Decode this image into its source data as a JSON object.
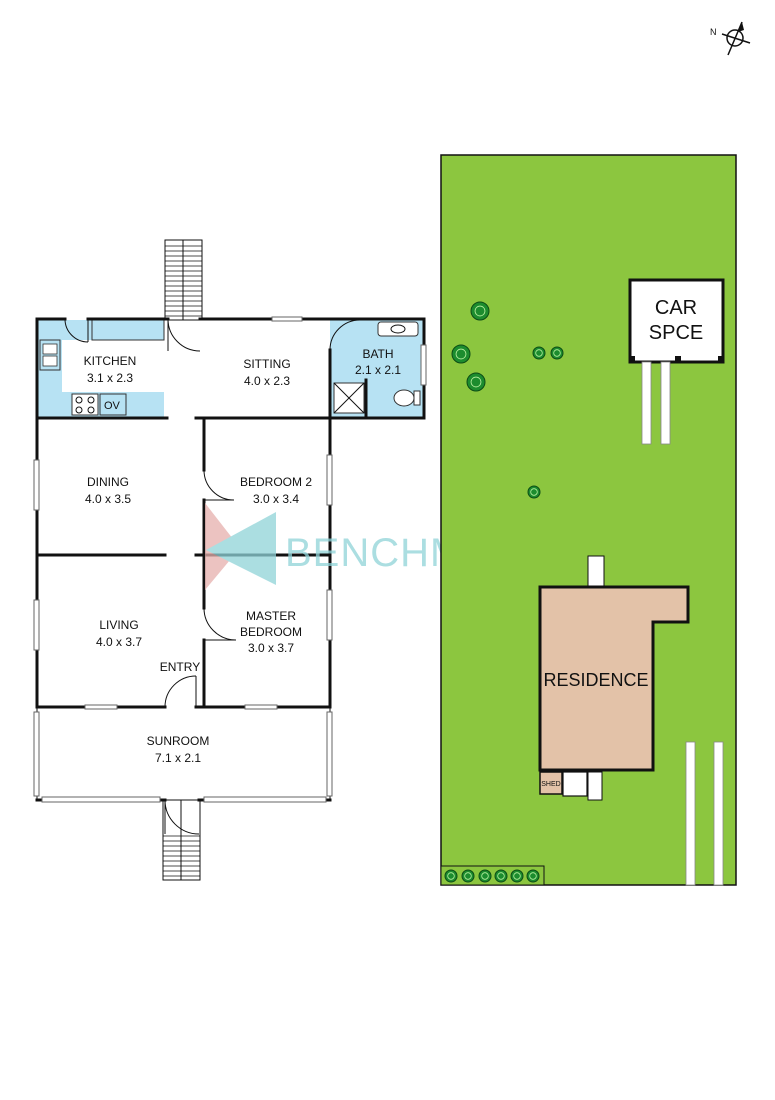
{
  "colors": {
    "wet_area": "#b7e2f3",
    "lawn": "#8cc63f",
    "residence": "#e3c2a8",
    "logo_cyan": "#8fd3d8",
    "logo_pink": "#e6b0ad"
  },
  "compass": {
    "label": "N"
  },
  "rooms": {
    "kitchen": {
      "name": "KITCHEN",
      "dim": "3.1 x 2.3",
      "oven": "OV"
    },
    "sitting": {
      "name": "SITTING",
      "dim": "4.0 x 2.3"
    },
    "bath": {
      "name": "BATH",
      "dim": "2.1 x 2.1"
    },
    "dining": {
      "name": "DINING",
      "dim": "4.0 x 3.5"
    },
    "bedroom2": {
      "name": "BEDROOM 2",
      "dim": "3.0 x 3.4"
    },
    "living": {
      "name": "LIVING",
      "dim": "4.0 x 3.7"
    },
    "master": {
      "name_line1": "MASTER",
      "name_line2": "BEDROOM",
      "dim": "3.0 x 3.7"
    },
    "entry": {
      "name": "ENTRY"
    },
    "sunroom": {
      "name": "SUNROOM",
      "dim": "7.1 x 2.1"
    }
  },
  "watermark": {
    "text": "BENCHMARK"
  },
  "site": {
    "car_space_line1": "CAR",
    "car_space_line2": "SPCE",
    "residence": "RESIDENCE",
    "shed": "SHED"
  }
}
